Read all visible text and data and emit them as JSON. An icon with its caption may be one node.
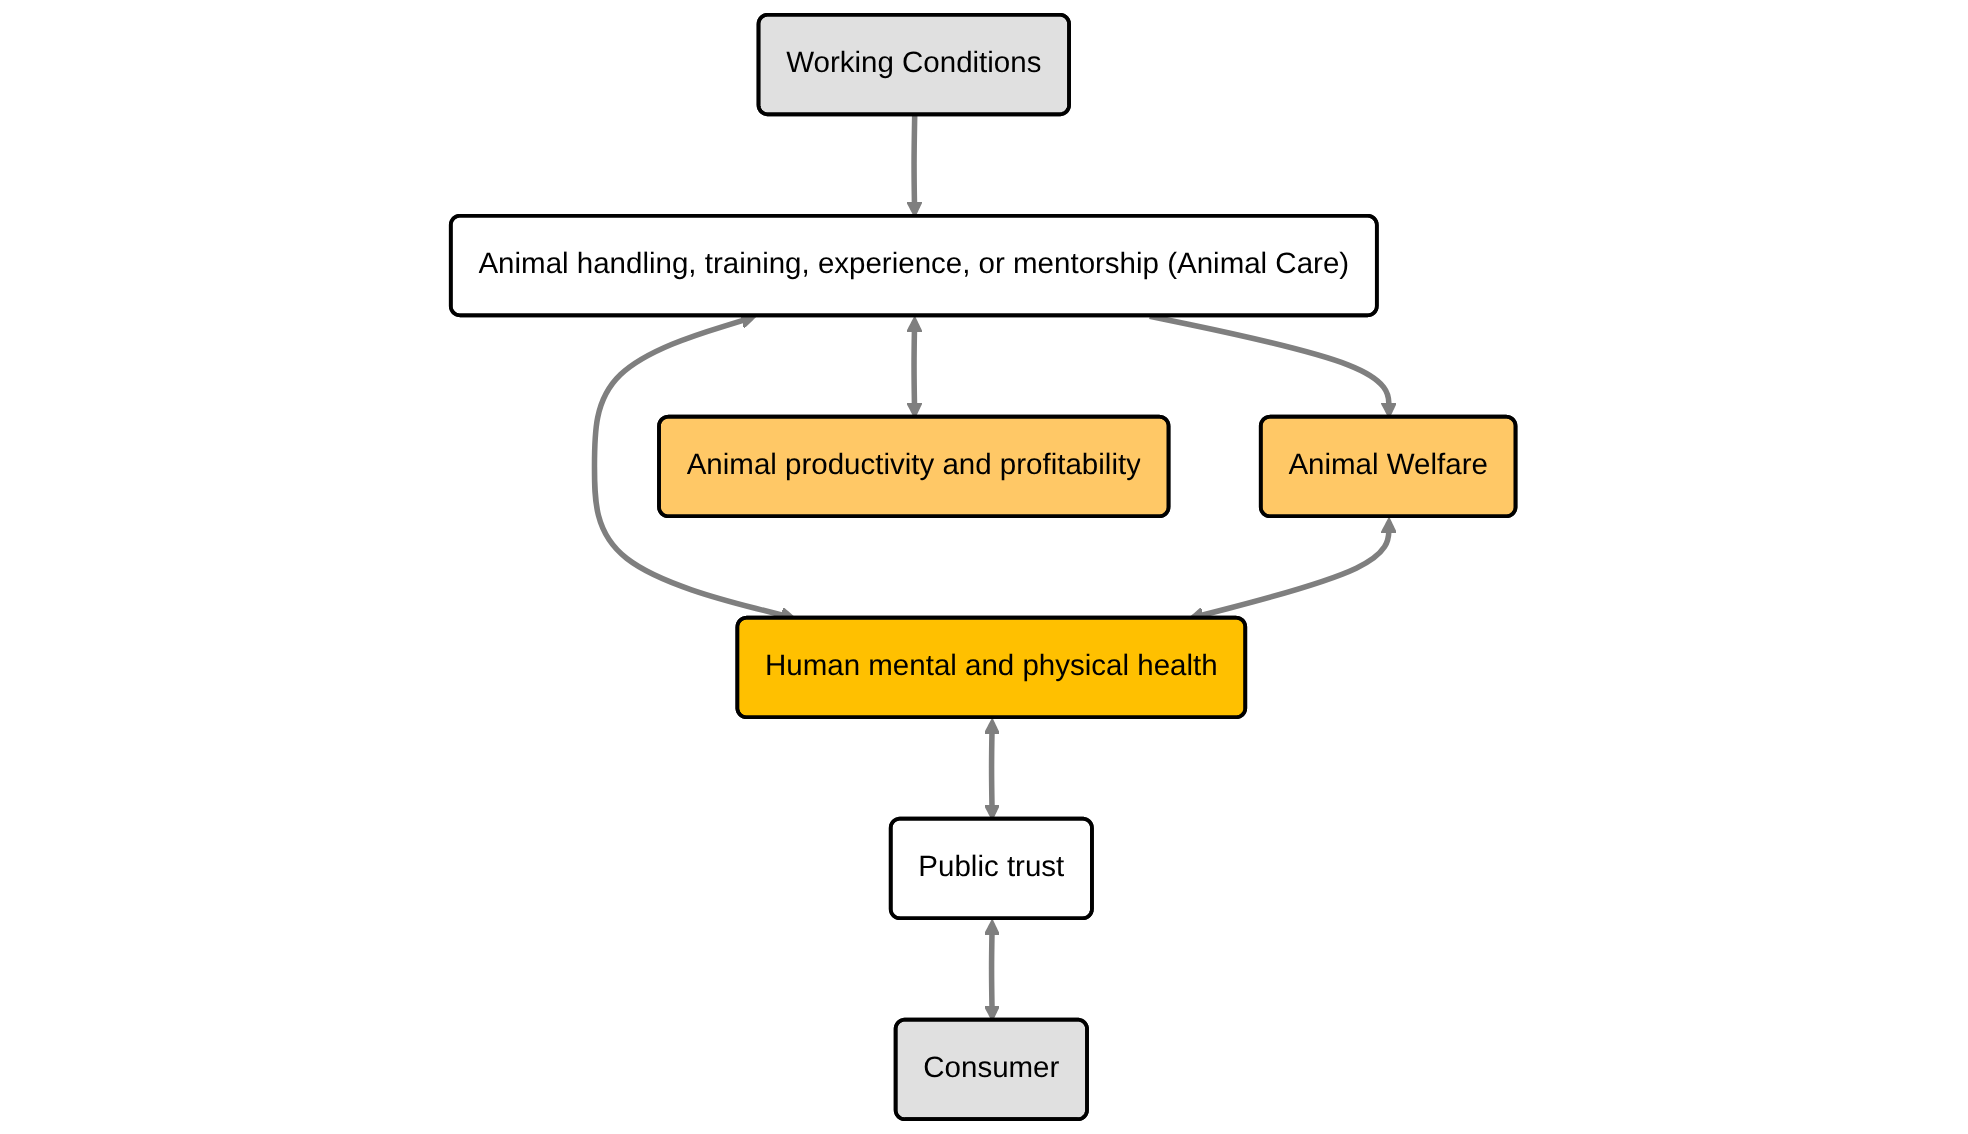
{
  "diagram": {
    "nodes": [
      {
        "text": [
          "Working Conditions"
        ]
      },
      {
        "text": [
          "Animal handling, training, experience, or mentorship (Animal Care)"
        ]
      },
      {
        "text": [
          "Animal Welfare"
        ]
      },
      {
        "text": [
          "Human mental and physical health"
        ]
      },
      {
        "text": [
          "Animal productivity and profitability"
        ]
      },
      {
        "text": [
          "Public trust"
        ]
      },
      {
        "text": [
          "Consumer"
        ]
      }
    ],
    "edges": [
      {
        "from": 0,
        "to": 1,
        "arrow": "to"
      },
      {
        "from": 1,
        "to": 2,
        "arrow": "to"
      },
      {
        "from": 1,
        "to": 3,
        "arrow": "both"
      },
      {
        "from": 1,
        "to": 4,
        "arrow": "both"
      },
      {
        "from": 2,
        "to": 3,
        "arrow": "both"
      },
      {
        "from": 3,
        "to": 5,
        "arrow": "both"
      },
      {
        "from": 5,
        "to": 6,
        "arrow": "both"
      }
    ]
  }
}
